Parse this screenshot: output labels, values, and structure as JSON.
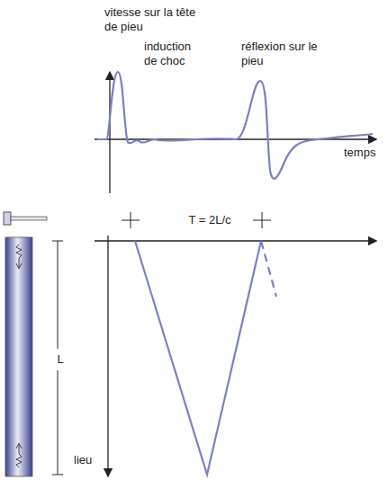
{
  "diagram": {
    "labels": [
      "vitesse sur la tête de pieu",
      "induction de choc",
      "réflexion sur le pieu",
      "temps",
      "T = 2L/c",
      "L",
      "lieu"
    ]
  }
}
